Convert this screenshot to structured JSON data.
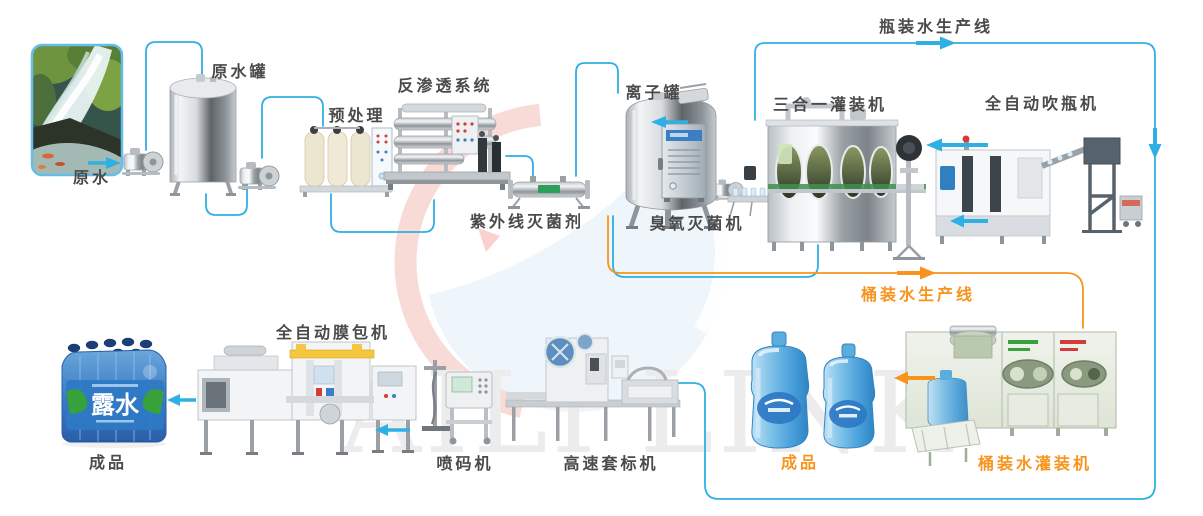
{
  "diagram": {
    "watermark": {
      "text": "AILI LINK"
    },
    "flow_lines": {
      "bottled_line_label": "瓶装水生产线",
      "barreled_line_label": "桶装水生产线"
    },
    "stages": {
      "raw_water": "原水",
      "raw_water_tank": "原水罐",
      "pretreatment": "预处理",
      "ro_system": "反渗透系统",
      "uv_sterilizer": "紫外线灭菌剂",
      "ion_tank": "离子罐",
      "ozone_sterilizer": "臭氧灭菌机",
      "triblock_filler": "三合一灌装机",
      "blow_molder": "全自动吹瓶机",
      "film_wrapper": "全自动膜包机",
      "finished_pack": "成品",
      "inkjet_coder": "喷码机",
      "sleeve_labeler": "高速套标机",
      "finished_barrels": "成品",
      "barrel_filler": "桶装水灌装机"
    },
    "pack": {
      "brand": "露水"
    },
    "colors": {
      "line_blue": "#2fafe4",
      "line_orange": "#f7941d",
      "label_dark": "#4a4a4a",
      "label_orange": "#f7941d"
    }
  }
}
